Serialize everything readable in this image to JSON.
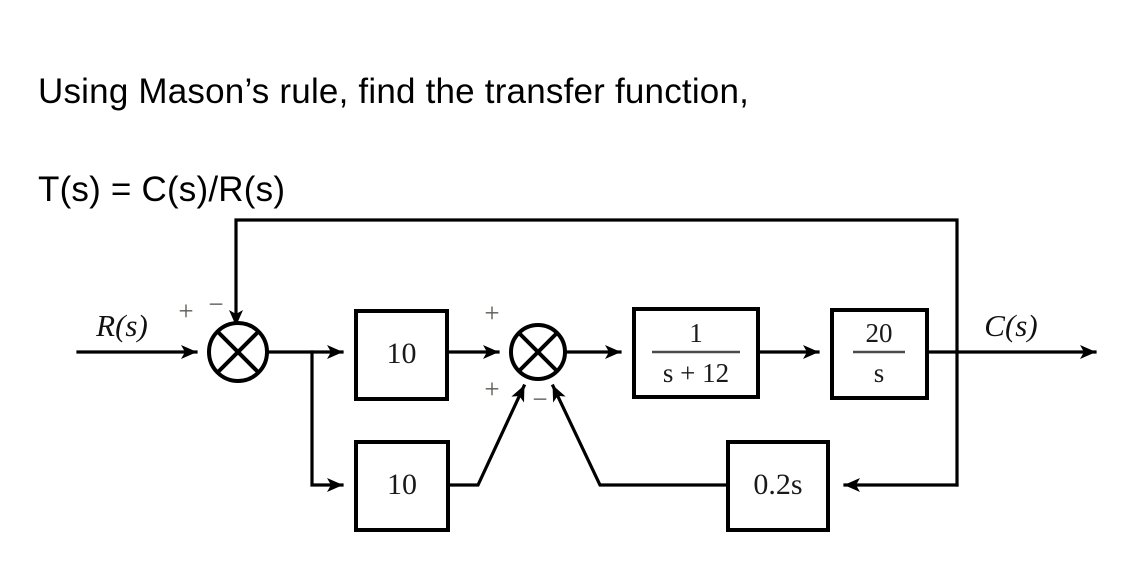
{
  "prompt": {
    "line1": "Using Mason’s rule, find the transfer function,",
    "line2": "T(s) = C(s)/R(s)"
  },
  "diagram": {
    "type": "control-system-block-diagram",
    "input_label": "R(s)",
    "output_label": "C(s)",
    "blocks": [
      {
        "id": "gain-forward",
        "label": "10",
        "kind": "gain"
      },
      {
        "id": "gain-inner",
        "label": "10",
        "kind": "gain"
      },
      {
        "id": "lag",
        "numerator": "1",
        "denominator": "s + 12",
        "kind": "fraction"
      },
      {
        "id": "integrator",
        "numerator": "20",
        "denominator": "s",
        "kind": "fraction"
      },
      {
        "id": "derivative-feedback",
        "label": "0.2s",
        "kind": "gain"
      }
    ],
    "summing_junctions": [
      {
        "id": "sum-outer",
        "signs": {
          "input_left": "+",
          "feedback_top": "−"
        }
      },
      {
        "id": "sum-inner",
        "signs": {
          "input_left": "+",
          "input_lower_left": "+",
          "input_lower_right": "−"
        }
      }
    ],
    "paths": [
      "R(s) → sum-outer → gain 10 → sum-inner → 1/(s+12) → 20/s → C(s)",
      "sum-outer output branches down to gain 10 (inner) → sum-inner (+)",
      "C(s) branches down to 0.2s → sum-inner (−)",
      "C(s) branches up and back to sum-outer (−)"
    ],
    "colors": {
      "stroke": "#000000",
      "background": "#ffffff",
      "sign_text": "#5a5a55",
      "label_text": "#1a1a1a"
    }
  }
}
